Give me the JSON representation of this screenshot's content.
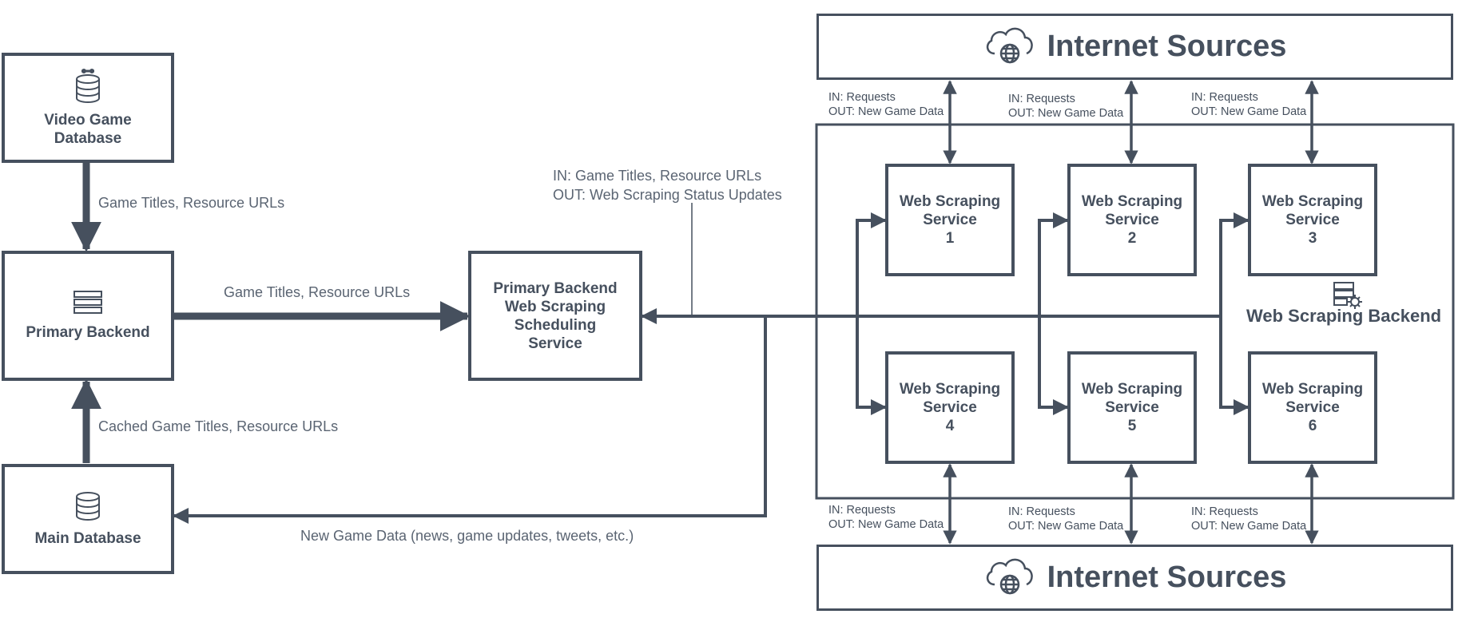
{
  "nodes": {
    "video_game_db": "Video Game Database",
    "primary_backend": "Primary Backend",
    "main_db": "Main Database",
    "scheduler": "Primary Backend Web Scraping Scheduling Service",
    "backend_title": "Web Scraping Backend",
    "internet_top": "Internet Sources",
    "internet_bottom": "Internet Sources"
  },
  "services": [
    {
      "line1": "Web Scraping",
      "line2": "Service",
      "num": "1"
    },
    {
      "line1": "Web Scraping",
      "line2": "Service",
      "num": "2"
    },
    {
      "line1": "Web Scraping",
      "line2": "Service",
      "num": "3"
    },
    {
      "line1": "Web Scraping",
      "line2": "Service",
      "num": "4"
    },
    {
      "line1": "Web Scraping",
      "line2": "Service",
      "num": "5"
    },
    {
      "line1": "Web Scraping",
      "line2": "Service",
      "num": "6"
    }
  ],
  "edges": {
    "vgdb_to_backend": "Game Titles, Resource URLs",
    "backend_to_scheduler": "Game Titles, Resource URLs",
    "maindb_to_backend": "Cached Game Titles, Resource URLs",
    "to_maindb": "New Game Data (news, game updates, tweets, etc.)",
    "scheduler_in": "IN: Game Titles, Resource URLs",
    "scheduler_out": "OUT: Web Scraping Status Updates",
    "req_in": "IN: Requests",
    "req_out": "OUT: New Game Data"
  },
  "colors": {
    "stroke": "#46505e",
    "text": "#46505e"
  },
  "icons": [
    "database-icon",
    "server-stack-icon",
    "cloud-globe-icon",
    "server-gear-icon"
  ]
}
